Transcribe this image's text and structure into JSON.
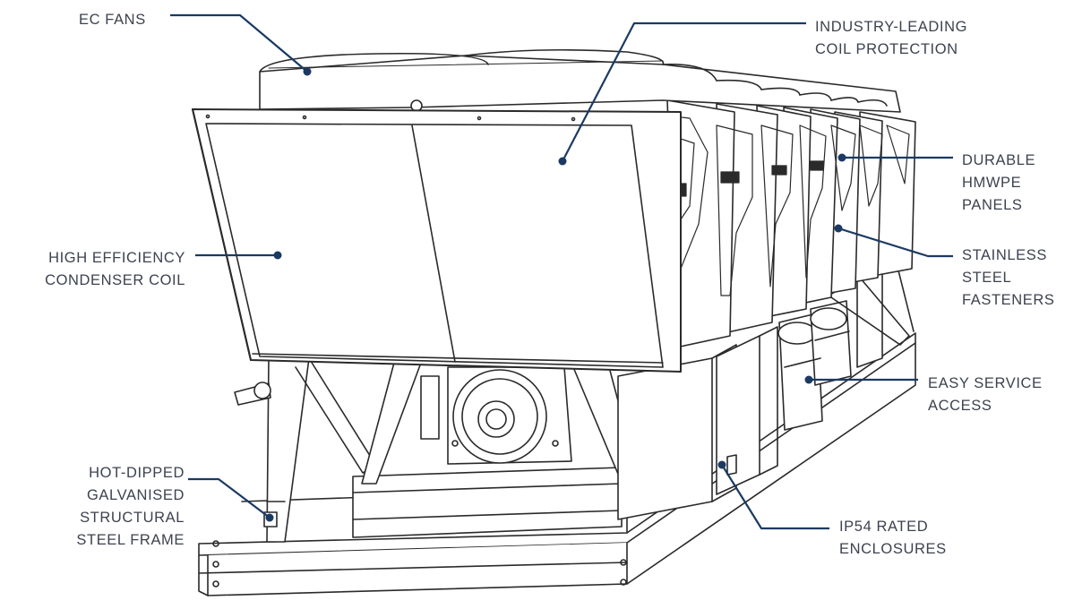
{
  "callouts": {
    "ec_fans": [
      "EC FANS"
    ],
    "coil_protection": [
      "INDUSTRY-LEADING",
      "COIL PROTECTION"
    ],
    "condenser_coil": [
      "HIGH EFFICIENCY",
      "CONDENSER COIL"
    ],
    "hmwpe_panels": [
      "DURABLE",
      "HMWPE",
      "PANELS"
    ],
    "stainless_fasteners": [
      "STAINLESS",
      "STEEL",
      "FASTENERS"
    ],
    "service_access": [
      "EASY SERVICE",
      "ACCESS"
    ],
    "steel_frame": [
      "HOT-DIPPED",
      "GALVANISED",
      "STRUCTURAL",
      "STEEL FRAME"
    ],
    "enclosures": [
      "IP54 RATED",
      "ENCLOSURES"
    ]
  },
  "colors": {
    "leader": "#1b3a63",
    "text": "#3d4250",
    "outline": "#2a2a2a",
    "panel_fill": "#ffffff"
  }
}
